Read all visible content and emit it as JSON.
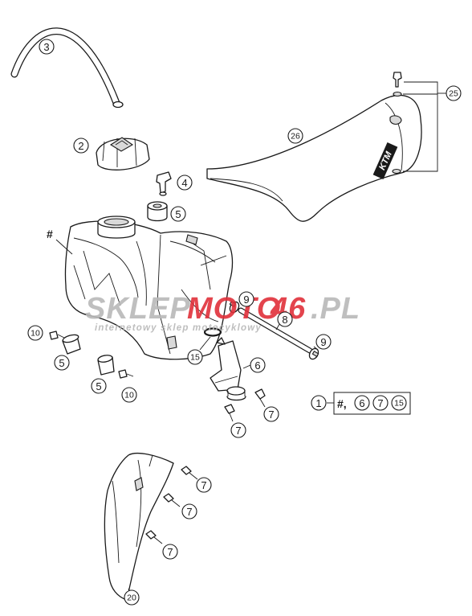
{
  "callouts": {
    "c3": "3",
    "c2": "2",
    "c4": "4",
    "c5a": "5",
    "c26": "26",
    "c25": "25",
    "c9a": "9",
    "c8": "8",
    "c9b": "9",
    "c10a": "10",
    "c5b": "5",
    "c15": "15",
    "c6": "6",
    "c5c": "5",
    "c10b": "10",
    "c7a": "7",
    "c7b": "7",
    "c7c": "7",
    "c7d": "7",
    "c7e": "7",
    "c20": "20"
  },
  "tank_marker": "#",
  "kit": {
    "number": "1",
    "marker": "#,",
    "items": [
      "6",
      "7",
      "15"
    ]
  },
  "watermark": {
    "part1": "SKLEP",
    "part2": "MOTO",
    "part3": "46",
    "part4": ".PL",
    "tagline": "internetowy sklep motocyklowy",
    "color_grey": "#b9b9b9",
    "color_red": "#e0303a"
  },
  "logo_text": "KTM"
}
